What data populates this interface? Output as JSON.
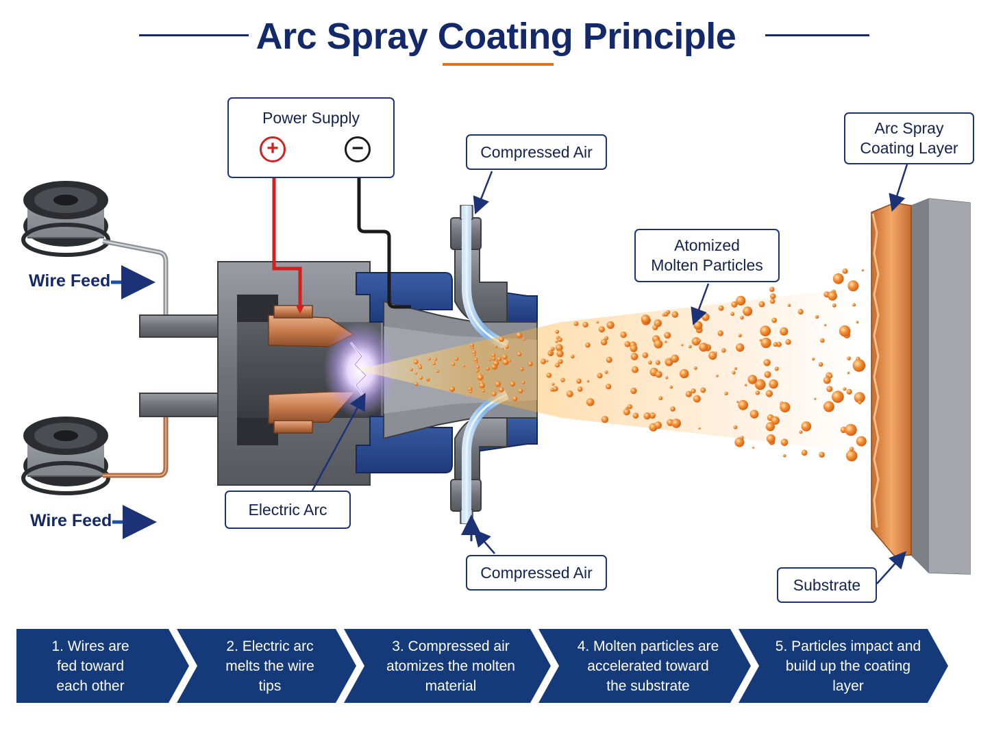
{
  "title": "Arc Spray Coating Principle",
  "labels": {
    "power_supply": "Power Supply",
    "plus": "+",
    "minus": "−",
    "compressed_air_top": "Compressed Air",
    "compressed_air_bottom": "Compressed Air",
    "arc_spray_layer": "Arc Spray\nCoating Layer",
    "atomized": "Atomized\nMolten Particles",
    "electric_arc": "Electric Arc",
    "substrate": "Substrate",
    "wire_feed_top": "Wire Feed",
    "wire_feed_bottom": "Wire Feed"
  },
  "steps": [
    {
      "label": "1. Wires are\nfed toward\neach other"
    },
    {
      "label": "2. Electric arc\nmelts the wire\ntips"
    },
    {
      "label": "3. Compressed air\natomizes the molten\nmaterial"
    },
    {
      "label": "4. Molten particles are\naccelerated toward\nthe substrate"
    },
    {
      "label": "5. Particles impact and\nbuild up the coating\nlayer"
    }
  ],
  "colors": {
    "navy": "#14296a",
    "accent_orange": "#e2731d",
    "positive_red": "#d42020",
    "particle_orange": "#f08a28",
    "copper": "#c77b4e",
    "step_bar": "#143a7a"
  }
}
